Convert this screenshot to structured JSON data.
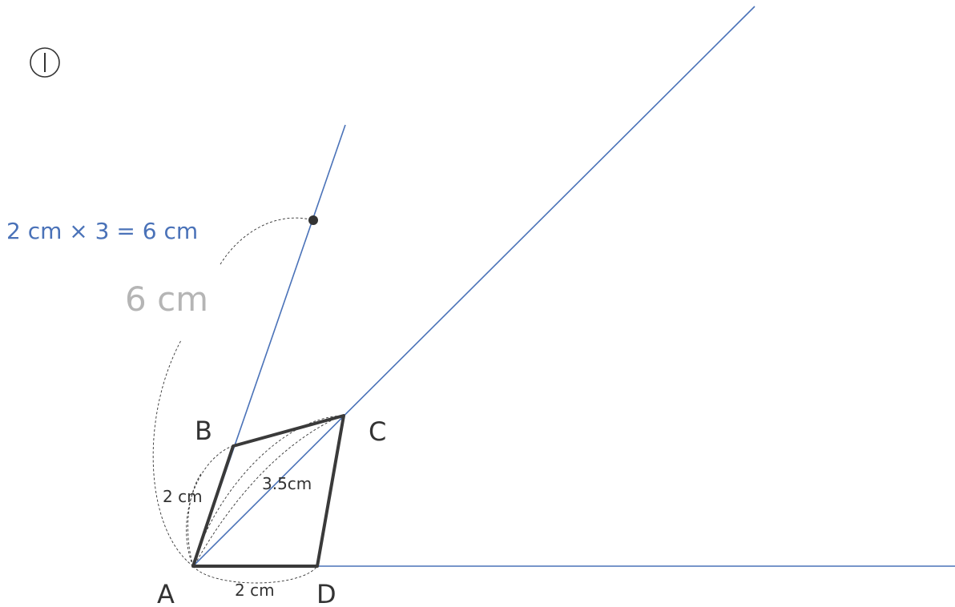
{
  "figure": {
    "step_marker": "①",
    "vertices": {
      "A": "A",
      "B": "B",
      "C": "C",
      "D": "D"
    },
    "labels": {
      "ab_length": "2 cm",
      "ad_length": "2 cm",
      "ac_length": "3.5cm",
      "extended_length": "6 cm",
      "scale_calc": "2 cm × 3 = 6 cm"
    },
    "colors": {
      "ray": "#4a72b8",
      "edge": "#3a3a3a",
      "gray_label": "#b5b5b5"
    }
  }
}
